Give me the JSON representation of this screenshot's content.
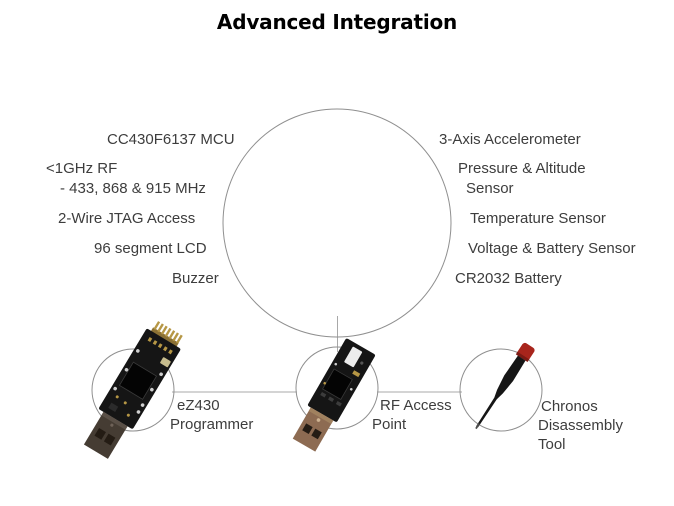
{
  "title": "Advanced Integration",
  "diagram": {
    "features_left": [
      {
        "label": "CC430F6137 MCU"
      },
      {
        "label": "<1GHz RF"
      },
      {
        "label": "- 433, 868 & 915 MHz"
      },
      {
        "label": "2-Wire JTAG Access"
      },
      {
        "label": "96 segment LCD"
      },
      {
        "label": "Buzzer"
      }
    ],
    "features_right": [
      {
        "label": "3-Axis Accelerometer"
      },
      {
        "label": "Pressure & Altitude"
      },
      {
        "label": "Sensor"
      },
      {
        "label": "Temperature Sensor"
      },
      {
        "label": "Voltage & Battery Sensor"
      },
      {
        "label": "CR2032 Battery"
      }
    ],
    "accessories": [
      {
        "name": "eZ430 Programmer",
        "lines": [
          "eZ430",
          "Programmer"
        ]
      },
      {
        "name": "RF Access Point",
        "lines": [
          "RF Access",
          "Point"
        ]
      },
      {
        "name": "Chronos Disassembly Tool",
        "lines": [
          "Chronos",
          "Disassembly",
          "Tool"
        ]
      }
    ]
  },
  "colors": {
    "title_text": "#000000",
    "label_text": "#3d3d3d",
    "outline_gray": "#8f8f8f",
    "connector_gray": "#a8a8a8",
    "pcb_black": "#151515",
    "chip_black": "#040404",
    "usb_dark": "#453c33",
    "usb_copper": "#8d6b52",
    "slot_dark": "#241c14",
    "pin_gold": "#b69745",
    "pad_silver": "#cfcfcf",
    "component_beige": "#c7bd8e",
    "sticker_white": "#ececec",
    "screwdriver_red": "#a8251c",
    "screwdriver_black": "#161616"
  }
}
